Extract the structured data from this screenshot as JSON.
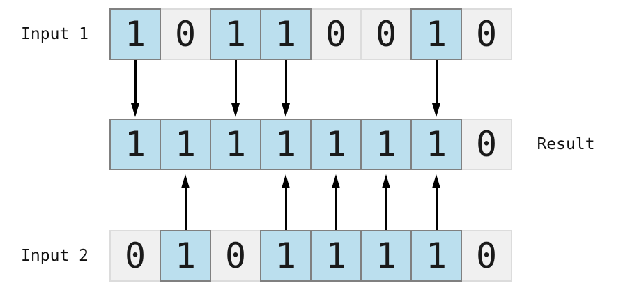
{
  "labels": {
    "input1": "Input 1",
    "input2": "Input 2",
    "result": "Result"
  },
  "rows": {
    "input1": {
      "bits": [
        1,
        0,
        1,
        1,
        0,
        0,
        1,
        0
      ]
    },
    "result": {
      "bits": [
        1,
        1,
        1,
        1,
        1,
        1,
        1,
        0
      ]
    },
    "input2": {
      "bits": [
        0,
        1,
        0,
        1,
        1,
        1,
        1,
        0
      ]
    }
  },
  "arrows": {
    "input1_to_result_indices": [
      0,
      2,
      3,
      6
    ],
    "input2_to_result_indices": [
      1,
      3,
      4,
      5,
      6
    ]
  },
  "colors": {
    "one_fill": "#bbdfee",
    "one_border": "#808080",
    "zero_fill": "#f0f0f0",
    "zero_border": "#dcdcdc",
    "digit": "#1a1a1a",
    "arrow": "#000000"
  }
}
